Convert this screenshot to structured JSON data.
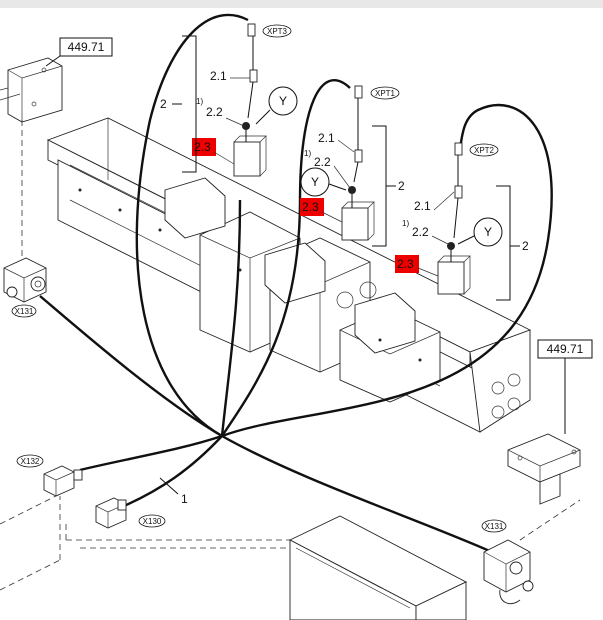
{
  "labels": {
    "part_left": "449.71",
    "part_right": "449.71",
    "xpt1": "XPT1",
    "xpt2": "XPT2",
    "xpt3": "XPT3",
    "x130": "X130",
    "x131": "X131",
    "x132": "X132",
    "y": "Y",
    "l1": "1",
    "l2": "2",
    "l21": "2.1",
    "l22": "2.2",
    "l23": "2.3",
    "note1": "1)"
  },
  "colors": {
    "highlight": "#ee0000",
    "line": "#111111"
  }
}
